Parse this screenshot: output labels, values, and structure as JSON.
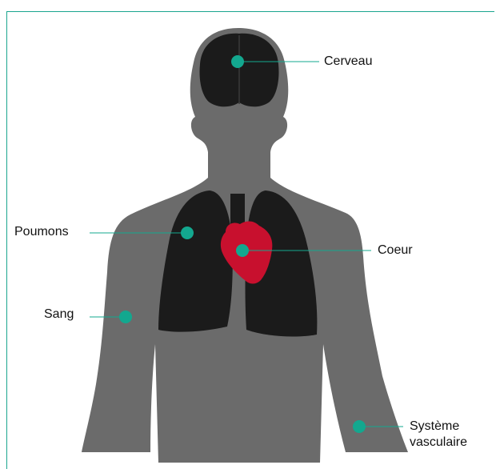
{
  "colors": {
    "frame": "#1aa58f",
    "body": "#6b6b6b",
    "organ_dark": "#1b1b1b",
    "heart": "#c8102e",
    "marker": "#13a88f",
    "leader_line": "#13a88f",
    "label_text": "#111111"
  },
  "labels": {
    "brain": "Cerveau",
    "lungs": "Poumons",
    "heart": "Coeur",
    "blood": "Sang",
    "vascular_line1": "Système",
    "vascular_line2": "vasculaire"
  }
}
